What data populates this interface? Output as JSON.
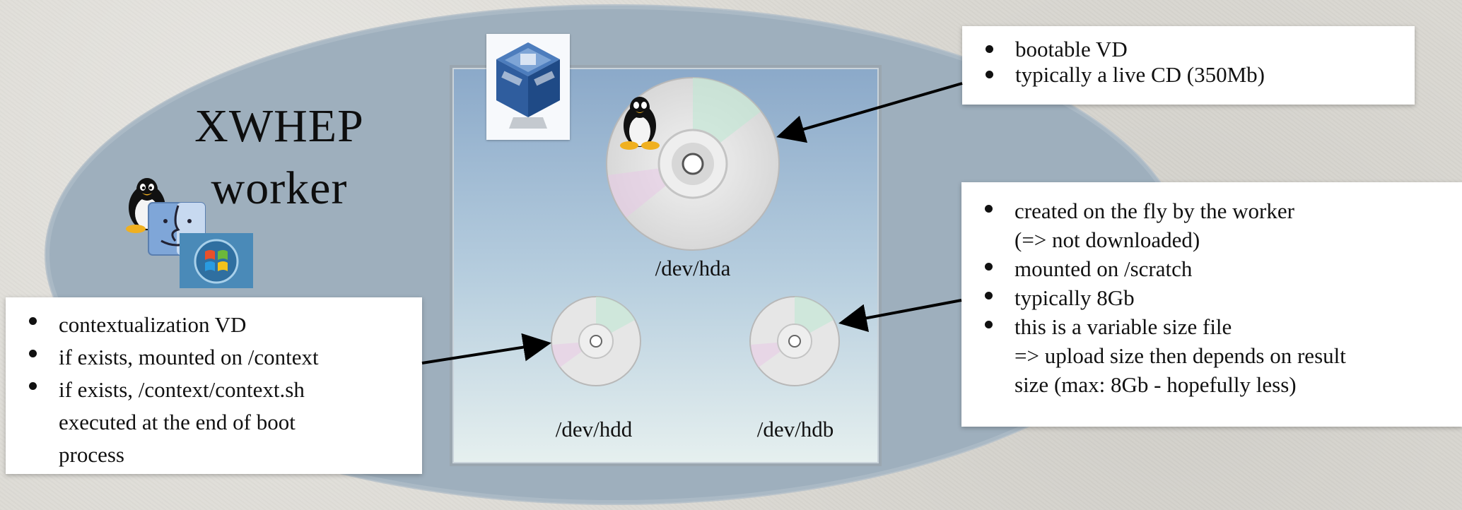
{
  "worker": {
    "title_line1": "XWHEP",
    "title_line2": "worker"
  },
  "disks": {
    "hda": {
      "label": "/dev/hda"
    },
    "hdd": {
      "label": "/dev/hdd"
    },
    "hdb": {
      "label": "/dev/hdb"
    }
  },
  "callouts": {
    "bootable": {
      "bullets": [
        "bootable VD",
        "typically a live CD (350Mb)"
      ]
    },
    "scratch": {
      "bullets": [
        "created on the fly by the worker",
        "(=> not downloaded)",
        "mounted on /scratch",
        "typically 8Gb",
        "this is a variable size file",
        "=> upload size then depends on result",
        "size (max: 8Gb - hopefully less)"
      ]
    },
    "context": {
      "bullets": [
        "contextualization VD",
        "if exists, mounted on /context",
        "if exists, /context/context.sh",
        "executed at the end of boot",
        "process"
      ]
    }
  },
  "icons": {
    "virtualbox": "virtualbox-logo-icon",
    "linux": "tux-icon",
    "mac": "mac-finder-icon",
    "windows": "windows-logo-icon",
    "disk": "optical-disk-icon"
  },
  "colors": {
    "ellipse": "#9eafbd",
    "panel_top": "#8ba9c9",
    "panel_bottom": "#e6f0ef",
    "textbox": "#ffffff",
    "arrow": "#000000"
  }
}
